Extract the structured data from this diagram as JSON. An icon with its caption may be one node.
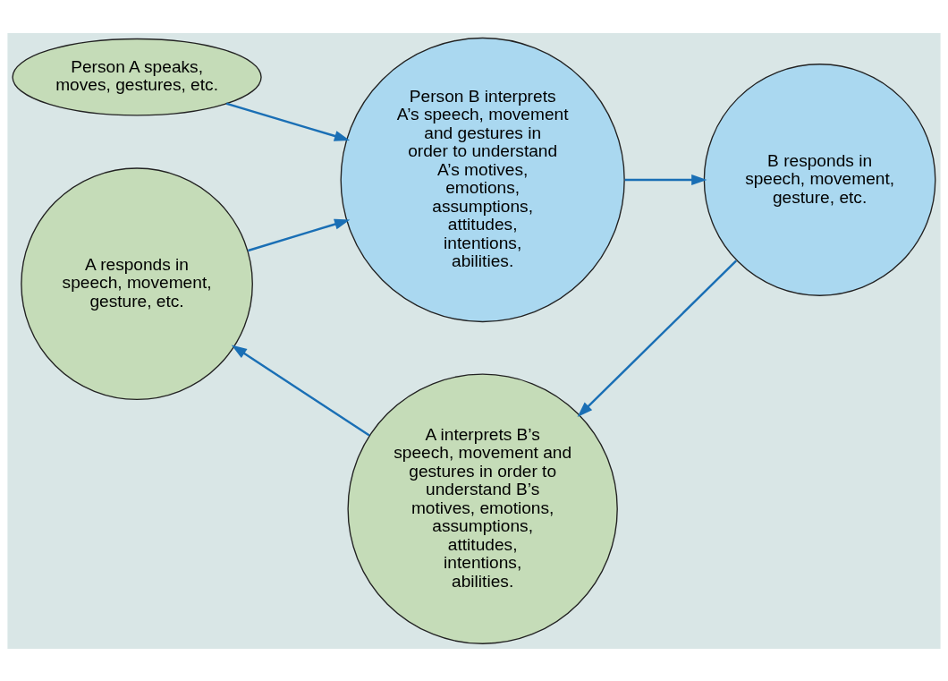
{
  "diagram": {
    "nodes": [
      {
        "text": [
          "Person A speaks, moves, gestures, etc."
        ]
      },
      {
        "text": [
          "Person B interprets A’s speech, movement and gestures in order to understand A’s motives, emotions, assumptions, attitudes, intentions, abilities."
        ]
      },
      {
        "text": [
          "B responds in speech, movement, gesture, etc."
        ]
      },
      {
        "text": [
          "A interprets B’s speech, movement and gestures in order to understand B’s motives, emotions, assumptions, attitudes, intentions, abilities."
        ]
      },
      {
        "text": [
          "A responds in speech, movement, gesture, etc."
        ]
      }
    ],
    "edges": [
      {
        "from": 0,
        "to": 1,
        "arrow": "to"
      },
      {
        "from": 1,
        "to": 2,
        "arrow": "to"
      },
      {
        "from": 2,
        "to": 3,
        "arrow": "to"
      },
      {
        "from": 3,
        "to": 4,
        "arrow": "to"
      },
      {
        "from": 4,
        "to": 1,
        "arrow": "to"
      }
    ]
  }
}
